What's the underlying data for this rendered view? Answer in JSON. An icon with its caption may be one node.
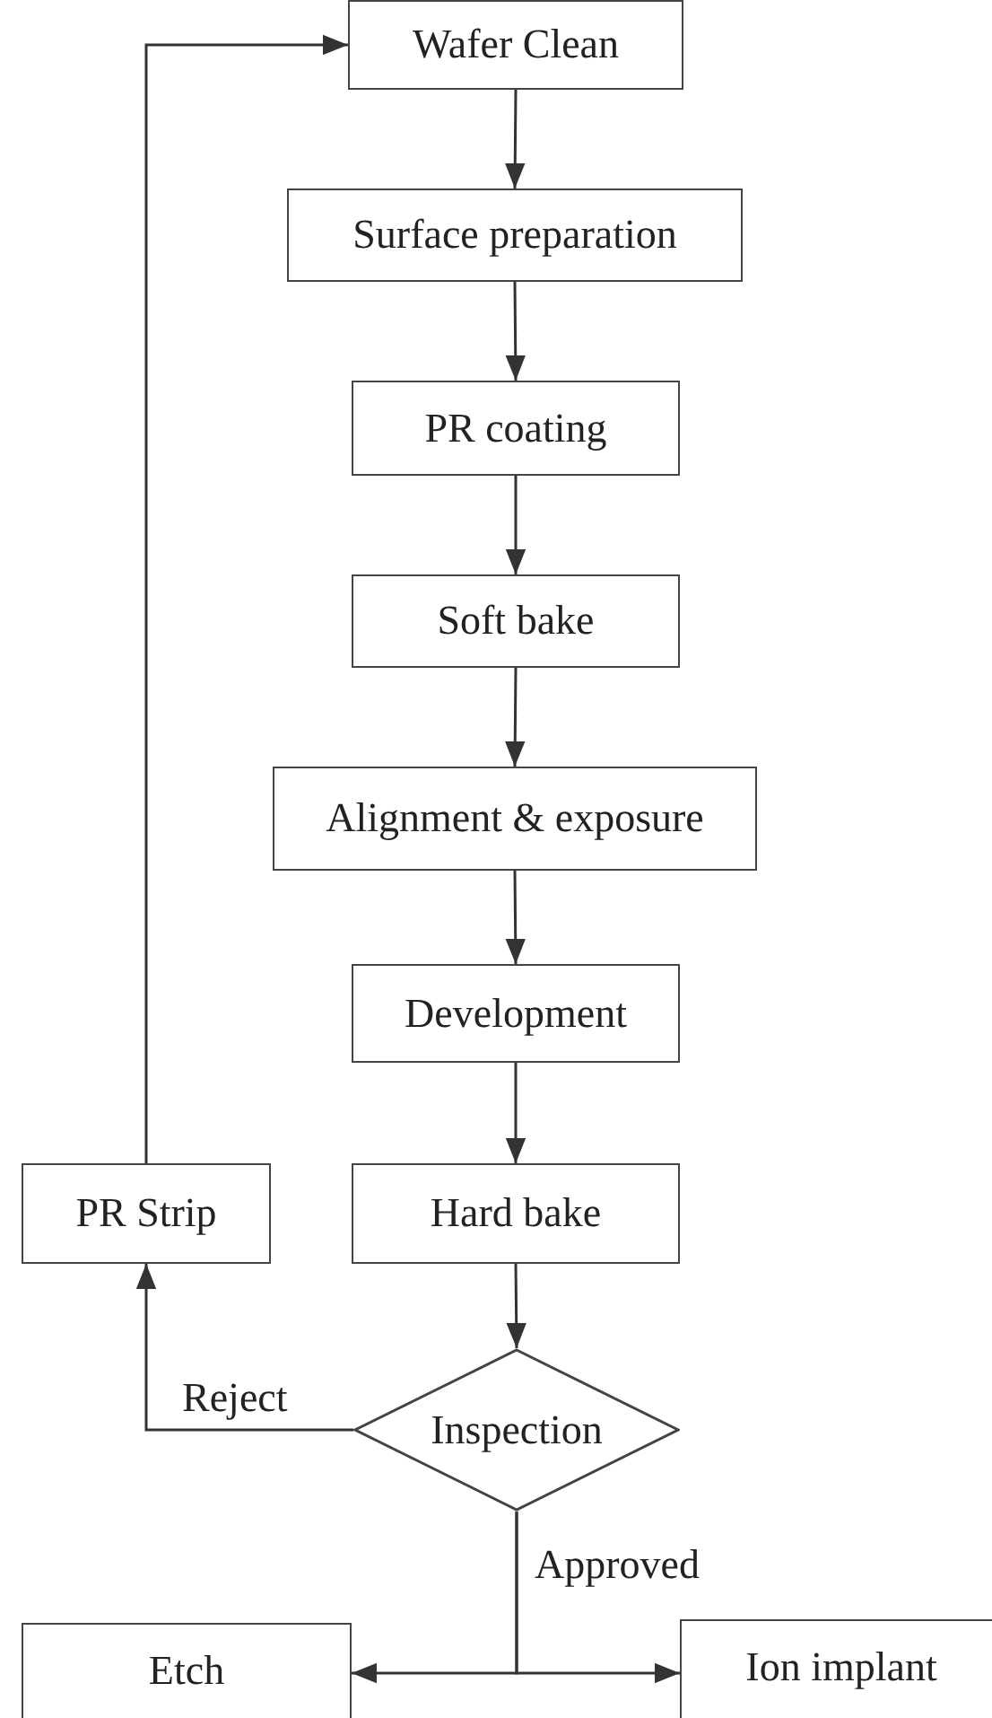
{
  "diagram": {
    "nodes": [
      {
        "text": [
          "Wafer Clean"
        ]
      },
      {
        "text": [
          "Surface preparation"
        ]
      },
      {
        "text": [
          "PR coating"
        ]
      },
      {
        "text": [
          "Soft bake"
        ]
      },
      {
        "text": [
          "Alignment & exposure"
        ]
      },
      {
        "text": [
          "Development"
        ]
      },
      {
        "text": [
          "PR Strip"
        ]
      },
      {
        "text": [
          "Hard bake"
        ]
      },
      {
        "text": [
          "Inspection"
        ]
      },
      {
        "text": [
          "Etch"
        ]
      },
      {
        "text": [
          "Ion implant"
        ]
      }
    ],
    "edges": [
      {
        "from": 0,
        "to": 1,
        "arrow": "to"
      },
      {
        "from": 1,
        "to": 2,
        "arrow": "to"
      },
      {
        "from": 2,
        "to": 3,
        "arrow": "to"
      },
      {
        "from": 3,
        "to": 4,
        "arrow": "to"
      },
      {
        "from": 4,
        "to": 5,
        "arrow": "to"
      },
      {
        "from": 5,
        "to": 7,
        "arrow": "to"
      },
      {
        "from": 7,
        "to": 8,
        "arrow": "to"
      },
      {
        "from": 8,
        "to": 6,
        "label": "Reject",
        "arrow": "to"
      },
      {
        "from": 6,
        "to": 0,
        "arrow": "to"
      },
      {
        "from": 8,
        "to": 9,
        "label": "Approved",
        "arrow": "to"
      },
      {
        "from": 8,
        "to": 10,
        "arrow": "to"
      }
    ]
  }
}
